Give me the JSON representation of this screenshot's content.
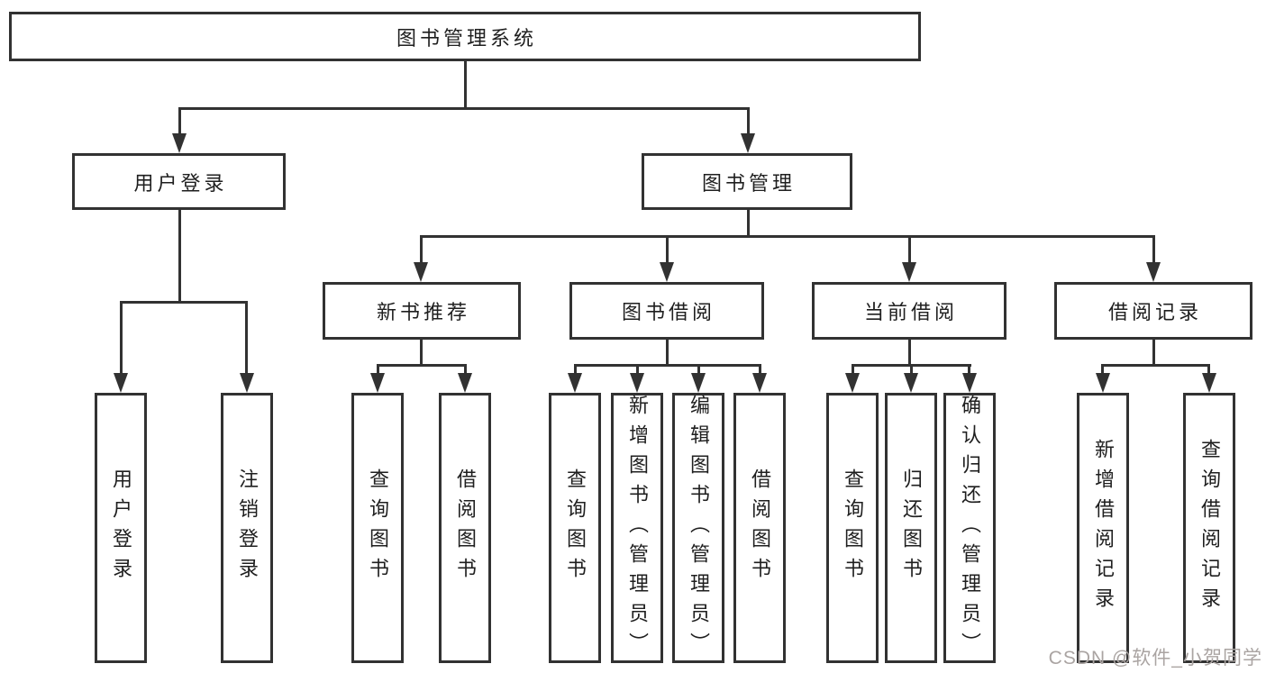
{
  "diagram": {
    "title": "图书管理系统",
    "root": {
      "label": "图书管理系统"
    },
    "branches": [
      {
        "label": "用户登录",
        "children": [
          {
            "label": "用户登录"
          },
          {
            "label": "注销登录"
          }
        ]
      },
      {
        "label": "图书管理",
        "children": [
          {
            "label": "新书推荐",
            "children": [
              {
                "label": "查询图书"
              },
              {
                "label": "借阅图书"
              }
            ]
          },
          {
            "label": "图书借阅",
            "children": [
              {
                "label": "查询图书"
              },
              {
                "label": "新增图书（管理员）"
              },
              {
                "label": "编辑图书（管理员）"
              },
              {
                "label": "借阅图书"
              }
            ]
          },
          {
            "label": "当前借阅",
            "children": [
              {
                "label": "查询图书"
              },
              {
                "label": "归还图书"
              },
              {
                "label": "确认归还（管理员）"
              }
            ]
          },
          {
            "label": "借阅记录",
            "children": [
              {
                "label": "新增借阅记录"
              },
              {
                "label": "查询借阅记录"
              }
            ]
          }
        ]
      }
    ]
  },
  "watermark": {
    "text": "CSDN @软件_小贺同学"
  },
  "colors": {
    "line": "#323232",
    "background": "#ffffff",
    "watermark": "#aaa4a2"
  }
}
